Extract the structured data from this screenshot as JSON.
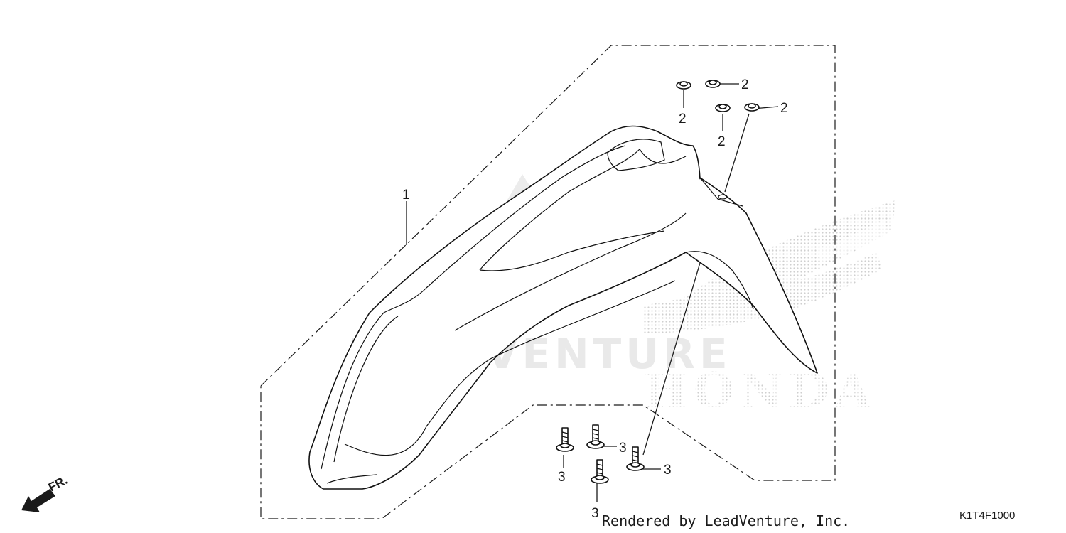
{
  "diagram": {
    "part_callouts": [
      {
        "ref": "1",
        "name": "front fender"
      },
      {
        "ref": "2",
        "name": "nut"
      },
      {
        "ref": "2",
        "name": "nut"
      },
      {
        "ref": "2",
        "name": "nut"
      },
      {
        "ref": "2",
        "name": "nut"
      },
      {
        "ref": "3",
        "name": "bolt"
      },
      {
        "ref": "3",
        "name": "bolt"
      },
      {
        "ref": "3",
        "name": "bolt"
      },
      {
        "ref": "3",
        "name": "bolt"
      }
    ],
    "direction_label": "FR.",
    "credit": "Rendered by LeadVenture, Inc.",
    "diagram_code": "K1T4F1000",
    "watermark_text": "LEADVENTURE",
    "brand_watermark": "HONDA"
  },
  "colors": {
    "line": "#1a1a1a",
    "watermark": "#e9e9e9",
    "brand_dots": "#cfcfcf"
  }
}
